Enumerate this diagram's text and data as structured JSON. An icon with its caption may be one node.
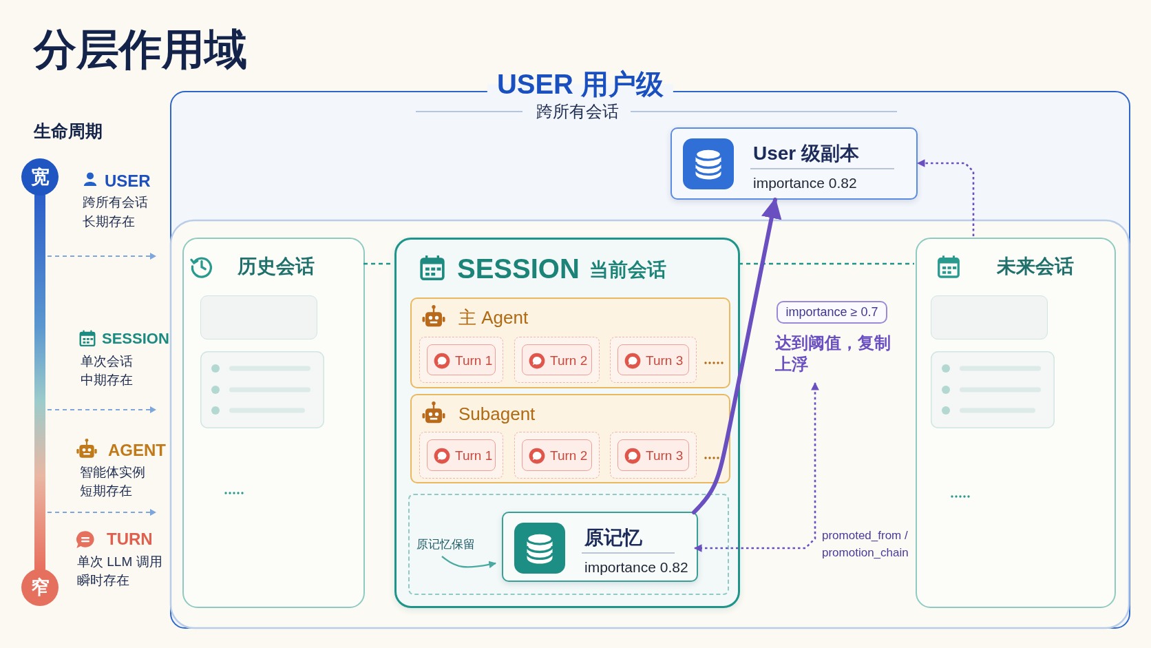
{
  "diagram": {
    "title": "分层作用域",
    "nodes": [
      {
        "text": [
          "USER 用户级",
          "跨所有会话"
        ]
      },
      {
        "text": [
          "User 级副本",
          "importance 0.82"
        ],
        "in": 0
      },
      {
        "text": [
          "历史会话"
        ],
        "in": 0
      },
      {
        "text": [
          "SESSION",
          "当前会话"
        ],
        "in": 0
      },
      {
        "text": [
          "主 Agent"
        ],
        "in": 3
      },
      {
        "text": [
          "Turn 1"
        ],
        "in": 4
      },
      {
        "text": [
          "Turn 2"
        ],
        "in": 4
      },
      {
        "text": [
          "Turn 3"
        ],
        "in": 4
      },
      {
        "text": [
          "Subagent"
        ],
        "in": 3
      },
      {
        "text": [
          "Turn 1"
        ],
        "in": 8
      },
      {
        "text": [
          "Turn 2"
        ],
        "in": 8
      },
      {
        "text": [
          "Turn 3"
        ],
        "in": 8
      },
      {
        "text": [],
        "shape": "box",
        "in": 3
      },
      {
        "text": [
          "原记忆保留"
        ],
        "in": 12
      },
      {
        "text": [
          "原记忆",
          "importance 0.82"
        ],
        "in": 12
      },
      {
        "text": [
          "未来会话"
        ],
        "in": 0
      },
      {
        "text": [
          "importance ≥ 0.7"
        ],
        "in": 0
      },
      {
        "text": [
          "达到阈值，复制上浮"
        ],
        "in": 0
      },
      {
        "text": [
          "宽"
        ]
      },
      {
        "text": [
          "窄"
        ]
      }
    ],
    "edges": [
      {
        "from": 2,
        "to": 3,
        "arrow": "none",
        "style": "dashed",
        "color": "#1f9488"
      },
      {
        "from": 3,
        "to": 15,
        "arrow": "none",
        "style": "dashed",
        "color": "#1f9488"
      },
      {
        "from": 14,
        "to": 1,
        "arrow": "to",
        "style": "thick",
        "color": "#6a4fc1"
      },
      {
        "from": 15,
        "to": 1,
        "arrow": "to",
        "style": "dashed",
        "color": "#6a4fc1"
      },
      {
        "from": 14,
        "to": 17,
        "arrow": "both",
        "style": "dashed",
        "color": "#6a4fc1",
        "label": "promoted_from / promotion_chain"
      },
      {
        "from": 13,
        "to": 14,
        "arrow": "to",
        "color": "#4aa9a0"
      },
      {
        "from": 18,
        "to": 19,
        "arrow": "none",
        "style": "thick"
      }
    ],
    "labels": [
      "生命周期",
      "USER",
      "跨所有会话",
      "长期存在",
      "SESSION",
      "单次会话",
      "中期存在",
      "AGENT",
      "智能体实例",
      "短期存在",
      "TURN",
      "单次 LLM 调用",
      "瞬时存在"
    ]
  }
}
